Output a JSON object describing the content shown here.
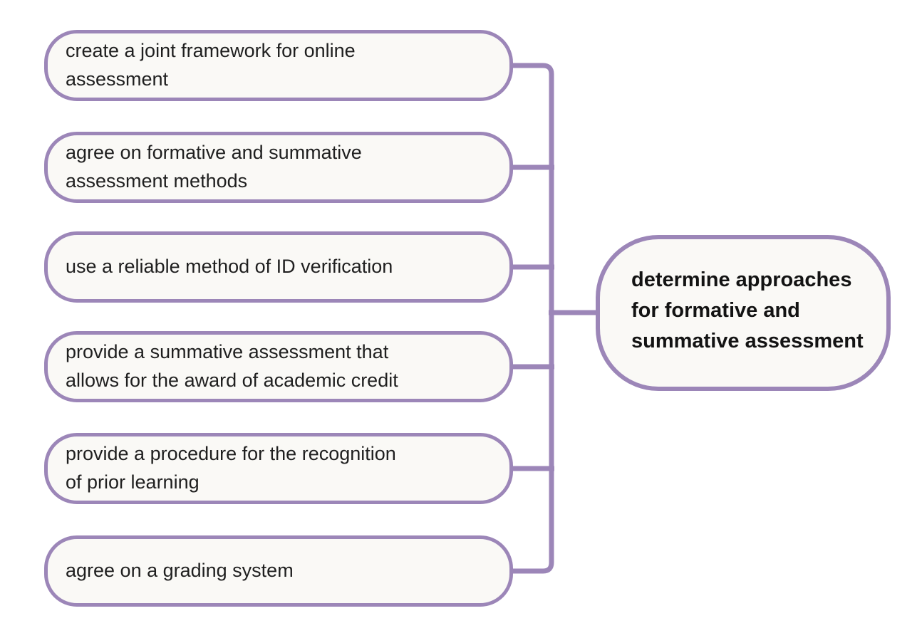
{
  "diagram": {
    "main_node": {
      "label": "determine approaches\nfor formative and\nsummative assessment"
    },
    "sub_nodes": [
      {
        "label": "create a joint framework for online\nassessment"
      },
      {
        "label": "agree on formative and summative\nassessment methods"
      },
      {
        "label": "use a reliable method of ID verification"
      },
      {
        "label": "provide a summative assessment that\nallows for the award of academic credit"
      },
      {
        "label": "provide a procedure for the recognition\nof prior learning"
      },
      {
        "label": "agree on a grading system"
      }
    ],
    "colors": {
      "outline": "#9c86b8",
      "node_fill": "#faf9f6",
      "text": "#1f1f1f",
      "background": "#ffffff"
    }
  }
}
